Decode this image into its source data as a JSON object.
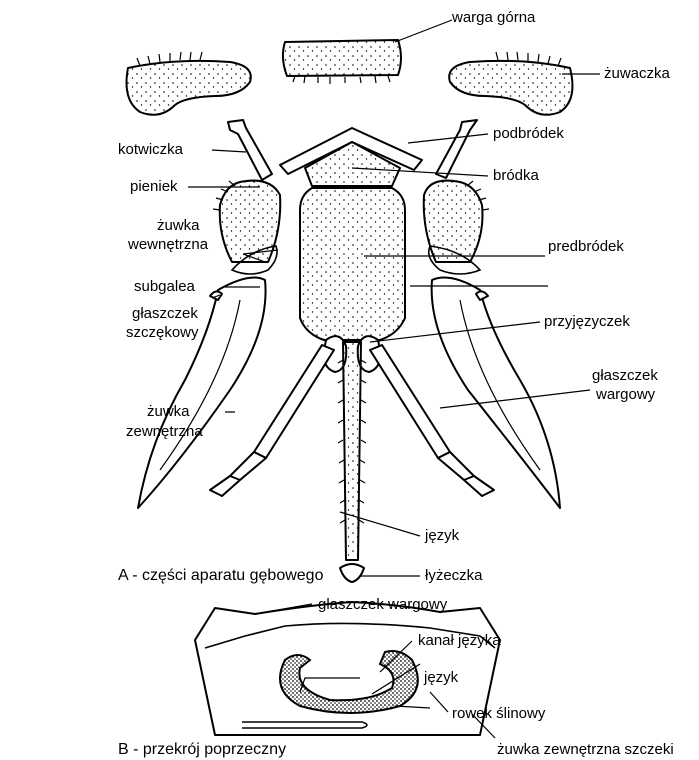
{
  "labels": {
    "warga_gorna": "warga górna",
    "zuwaczka": "żuwaczka",
    "kotwiczka": "kotwiczka",
    "podbrodek": "podbródek",
    "brodka": "bródka",
    "pieniek": "pieniek",
    "zuwka_wewnetrzna_1": "żuwka",
    "zuwka_wewnetrzna_2": "wewnętrzna",
    "przedbrodek": "predbródek",
    "subgalea": "subgalea",
    "glaszczek_szczekowy_1": "głaszczek",
    "glaszczek_szczekowy_2": "szczękowy",
    "przyjezyczek": "przyjęzyczek",
    "glaszczek_wargowy_1": "głaszczek",
    "glaszczek_wargowy_2": "wargowy",
    "zuwka_zewnetrzna_1": "żuwka",
    "zuwka_zewnetrzna_2": "zewnętrzna",
    "jezyk": "język",
    "lyzeczka": "łyżeczka",
    "b_glaszczek_wargowy": "głaszczek wargowy",
    "b_kanal_jezyka": "kanał języka",
    "b_jezyk": "język",
    "b_rowek_slinowy": "rowek ślinowy",
    "b_zuwka_zewnetrzna_szczeki": "żuwka zewnętrzna szczeki"
  },
  "captions": {
    "a": "A - części aparatu gębowego",
    "b": "B - przekrój poprzeczny"
  }
}
